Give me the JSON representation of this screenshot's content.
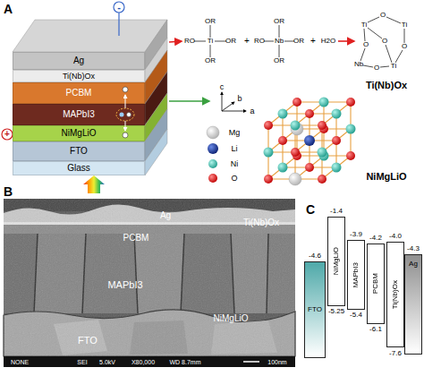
{
  "diagram": {
    "nodes": [
      {
        "text": [
          "Ag"
        ]
      },
      {
        "text": [
          "Ti(Nb)Ox"
        ]
      },
      {
        "text": [
          "PCBM"
        ]
      },
      {
        "text": [
          "MAPbI3"
        ]
      },
      {
        "text": [
          "NiMgLiO"
        ]
      },
      {
        "text": [
          "FTO"
        ]
      },
      {
        "text": [
          "Glass"
        ]
      },
      {
        "text": [
          "FTO"
        ]
      },
      {
        "text": [
          "NiMgLiO"
        ]
      },
      {
        "text": [
          "MAPbI3"
        ]
      },
      {
        "text": [
          "PCBM"
        ]
      },
      {
        "text": [
          "Ti(Nb)Ox"
        ]
      },
      {
        "text": [
          "Ag"
        ]
      }
    ],
    "labels": [
      "A",
      "-",
      "+",
      "OR",
      "RO",
      "Ti",
      "OR",
      "OR",
      "+",
      "OR",
      "RO",
      "Nb",
      "OR",
      "OR",
      "+",
      "H2O",
      "Ti",
      "O",
      "Ti",
      "O",
      "O",
      "O",
      "Nb",
      "O",
      "Ti",
      "Ti(Nb)Ox",
      "c",
      "b",
      "a",
      "Mg",
      "Li",
      "Ni",
      "O",
      "NiMgLiO",
      "B",
      "Ag",
      "Ti(Nb)Ox",
      "PCBM",
      "MAPbI3",
      "NiMgLiO",
      "FTO",
      "NONE",
      "SEI",
      "5.0kV",
      "X80,000",
      "WD 8.7mm",
      "100nm",
      "C",
      "-4.6",
      "-1.4",
      "-5.25",
      "-3.9",
      "-5.4",
      "-4.2",
      "-6.1",
      "-4.0",
      "-7.6",
      "-4.3"
    ]
  }
}
